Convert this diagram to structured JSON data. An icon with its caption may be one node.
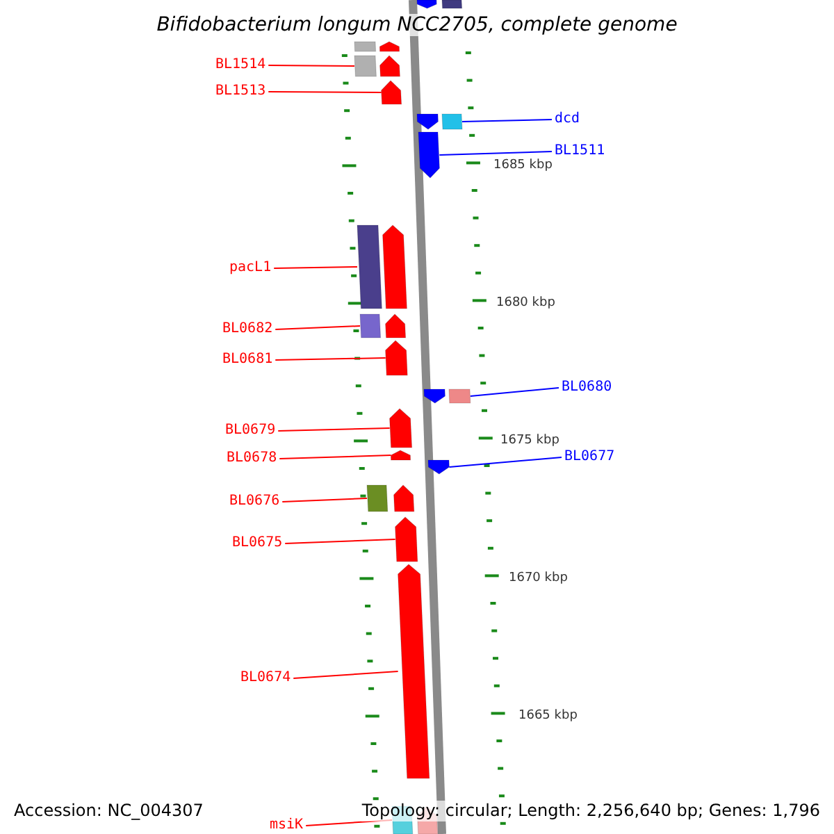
{
  "diagram": {
    "title": "Bifidobacterium longum NCC2705, complete genome",
    "nodes": [
      {
        "text": [],
        "shape": "arrow"
      },
      {
        "text": [],
        "shape": "box"
      },
      {
        "text": [],
        "shape": "box"
      },
      {
        "text": [],
        "shape": "arrow"
      },
      {
        "text": [
          "BL1514"
        ]
      },
      {
        "text": [],
        "shape": "box"
      },
      {
        "text": [],
        "shape": "arrow"
      },
      {
        "text": [
          "BL1513"
        ]
      },
      {
        "text": [],
        "shape": "arrow"
      },
      {
        "text": [],
        "shape": "arrow"
      },
      {
        "text": [],
        "shape": "box"
      },
      {
        "text": [
          "dcd"
        ]
      },
      {
        "text": [],
        "shape": "arrow"
      },
      {
        "text": [
          "BL1511"
        ]
      },
      {
        "text": [
          "pacL1"
        ]
      },
      {
        "text": [],
        "shape": "box"
      },
      {
        "text": [],
        "shape": "arrow"
      },
      {
        "text": [
          "BL0682"
        ]
      },
      {
        "text": [],
        "shape": "box"
      },
      {
        "text": [],
        "shape": "arrow"
      },
      {
        "text": [
          "BL0681"
        ]
      },
      {
        "text": [],
        "shape": "arrow"
      },
      {
        "text": [],
        "shape": "arrow"
      },
      {
        "text": [],
        "shape": "box"
      },
      {
        "text": [
          "BL0680"
        ]
      },
      {
        "text": [
          "BL0679"
        ]
      },
      {
        "text": [],
        "shape": "arrow"
      },
      {
        "text": [
          "BL0678"
        ]
      },
      {
        "text": [],
        "shape": "arrow"
      },
      {
        "text": [],
        "shape": "arrow"
      },
      {
        "text": [
          "BL0677"
        ]
      },
      {
        "text": [
          "BL0676"
        ]
      },
      {
        "text": [],
        "shape": "box"
      },
      {
        "text": [],
        "shape": "arrow"
      },
      {
        "text": [
          "BL0675"
        ]
      },
      {
        "text": [],
        "shape": "arrow"
      },
      {
        "text": [
          "BL0674"
        ]
      },
      {
        "text": [],
        "shape": "arrow"
      },
      {
        "text": [
          "msiK"
        ]
      },
      {
        "text": [],
        "shape": "box"
      },
      {
        "text": [],
        "shape": "arrow"
      }
    ],
    "edges": [
      {
        "from": 4,
        "to": 5,
        "arrow": "none"
      },
      {
        "from": 7,
        "to": 8,
        "arrow": "none"
      },
      {
        "from": 11,
        "to": 10,
        "arrow": "none",
        "color": "#0000ff"
      },
      {
        "from": 13,
        "to": 12,
        "arrow": "none",
        "color": "#0000ff"
      },
      {
        "from": 14,
        "to": 15,
        "arrow": "none"
      },
      {
        "from": 17,
        "to": 18,
        "arrow": "none"
      },
      {
        "from": 20,
        "to": 21,
        "arrow": "none"
      },
      {
        "from": 24,
        "to": 23,
        "arrow": "none",
        "color": "#0000ff"
      },
      {
        "from": 25,
        "to": 26,
        "arrow": "none"
      },
      {
        "from": 27,
        "to": 28,
        "arrow": "none"
      },
      {
        "from": 30,
        "to": 29,
        "arrow": "none",
        "color": "#0000ff"
      },
      {
        "from": 31,
        "to": 32,
        "arrow": "none"
      },
      {
        "from": 34,
        "to": 35,
        "arrow": "none"
      },
      {
        "from": 36,
        "to": 37,
        "arrow": "none"
      },
      {
        "from": 38,
        "to": 39,
        "arrow": "none"
      }
    ],
    "labels": [
      "1685 kbp",
      "1680 kbp",
      "1675 kbp",
      "1670 kbp",
      "1665 kbp",
      "Accession: NC_004307",
      "Topology: circular; Length: 2,256,640 bp; Genes: 1,796"
    ]
  }
}
